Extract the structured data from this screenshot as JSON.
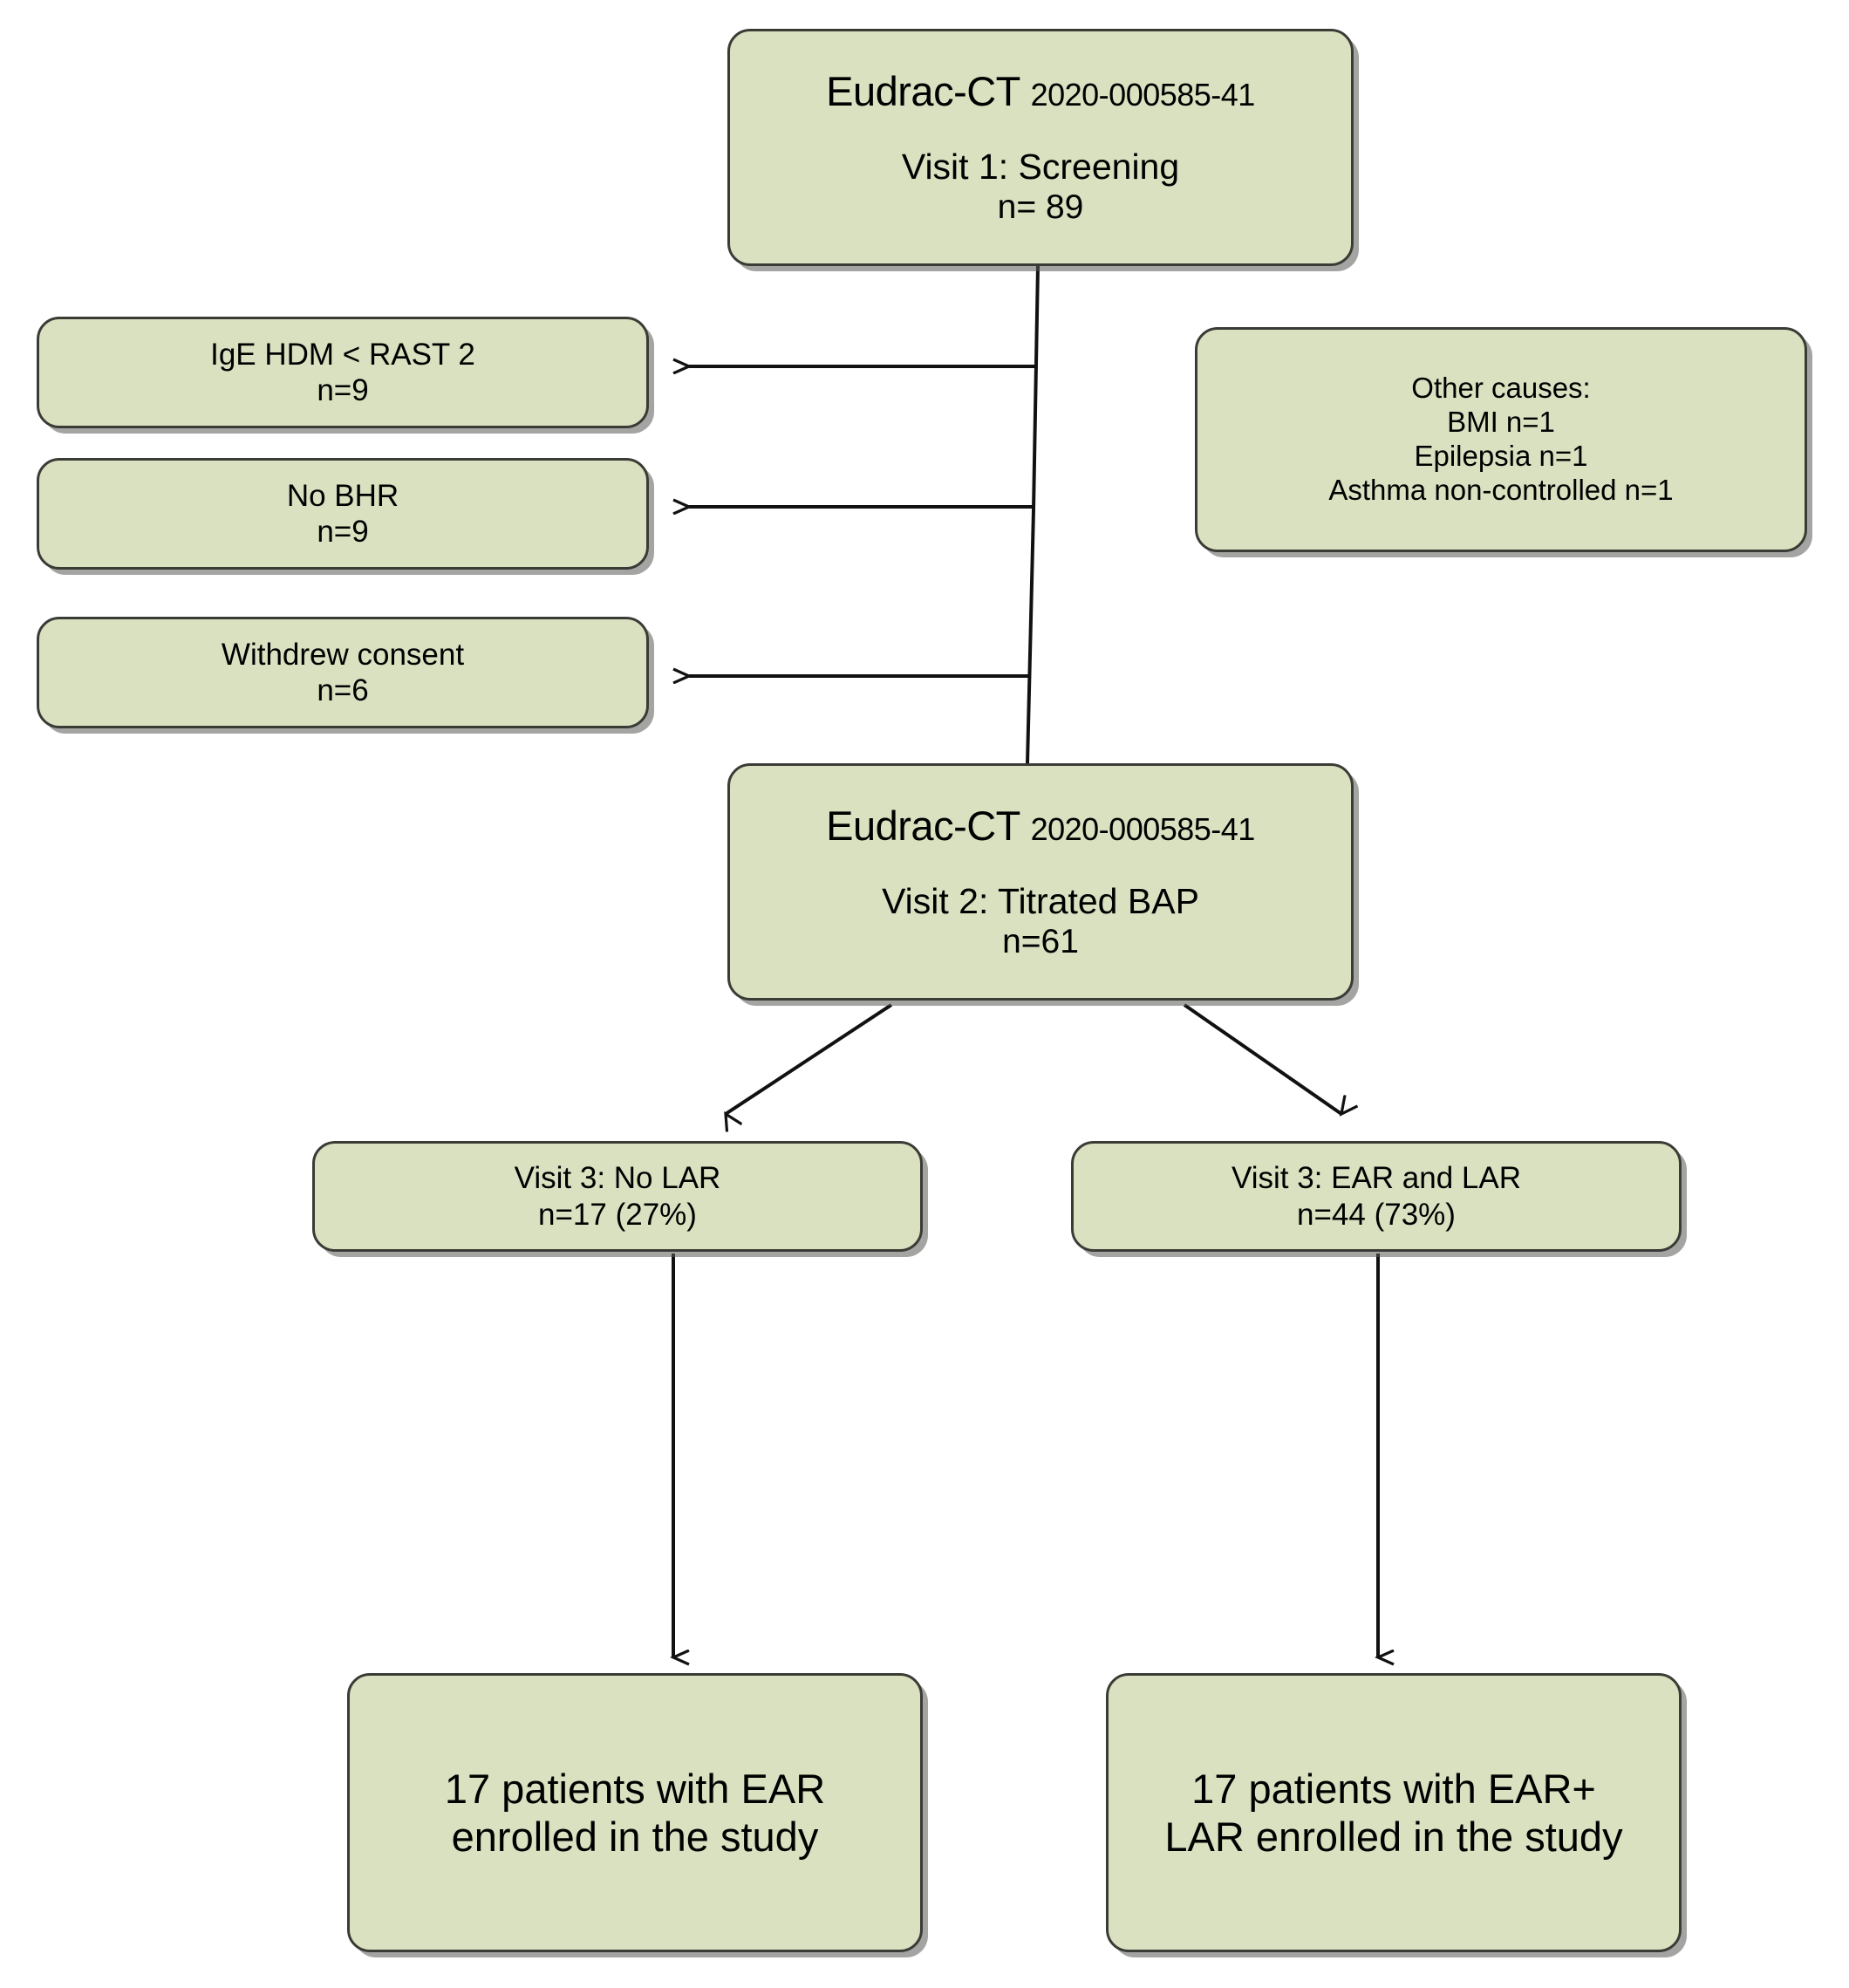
{
  "diagram": {
    "type": "flowchart",
    "title": "Clinical trial participant flow diagram",
    "colors": {
      "node_fill": "#d9e1c0",
      "node_border": "#3b3b36",
      "edge": "#1a1a1a",
      "background": "#ffffff",
      "shadow": "#5a5a56"
    }
  },
  "nodes": {
    "visit1": {
      "registry_label": "Eudrac-CT",
      "registry_code": "2020-000585-41",
      "visit": "Visit 1: Screening",
      "n": "n= 89"
    },
    "exclusion_ige": {
      "reason": "IgE HDM  <  RAST 2",
      "n": "n=9"
    },
    "exclusion_nobhr": {
      "reason": "No BHR",
      "n": "n=9"
    },
    "exclusion_withdrew": {
      "reason": "Withdrew consent",
      "n": "n=6"
    },
    "other_causes": {
      "heading": "Other causes:",
      "items": [
        "BMI n=1",
        "Epilepsia n=1",
        "Asthma non-controlled n=1"
      ]
    },
    "visit2": {
      "registry_label": "Eudrac-CT",
      "registry_code": "2020-000585-41",
      "visit": "Visit 2: Titrated BAP",
      "n": "n=61"
    },
    "visit3_no_lar": {
      "label": "Visit 3: No LAR",
      "n": "n=17 (27%)"
    },
    "visit3_ear_and_lar": {
      "label": "Visit 3: EAR and LAR",
      "n": "n=44 (73%)"
    },
    "outcome_ear": {
      "line1": "17 patients with EAR",
      "line2": "enrolled in the study"
    },
    "outcome_ear_lar": {
      "line1": "17 patients with EAR+",
      "line2": "LAR enrolled in the study"
    }
  },
  "edges": [
    {
      "from": "visit1",
      "to": "exclusion_ige",
      "style": "elbow-left-arrow"
    },
    {
      "from": "visit1",
      "to": "exclusion_nobhr",
      "style": "elbow-left-arrow"
    },
    {
      "from": "visit1",
      "to": "exclusion_withdrew",
      "style": "elbow-left-arrow"
    },
    {
      "from": "visit1",
      "to": "visit2",
      "style": "vertical"
    },
    {
      "from": "visit2",
      "to": "visit3_no_lar",
      "style": "diagonal-arrow"
    },
    {
      "from": "visit2",
      "to": "visit3_ear_and_lar",
      "style": "diagonal-arrow"
    },
    {
      "from": "visit3_no_lar",
      "to": "outcome_ear",
      "style": "vertical-arrow"
    },
    {
      "from": "visit3_ear_and_lar",
      "to": "outcome_ear_lar",
      "style": "vertical-arrow"
    }
  ]
}
